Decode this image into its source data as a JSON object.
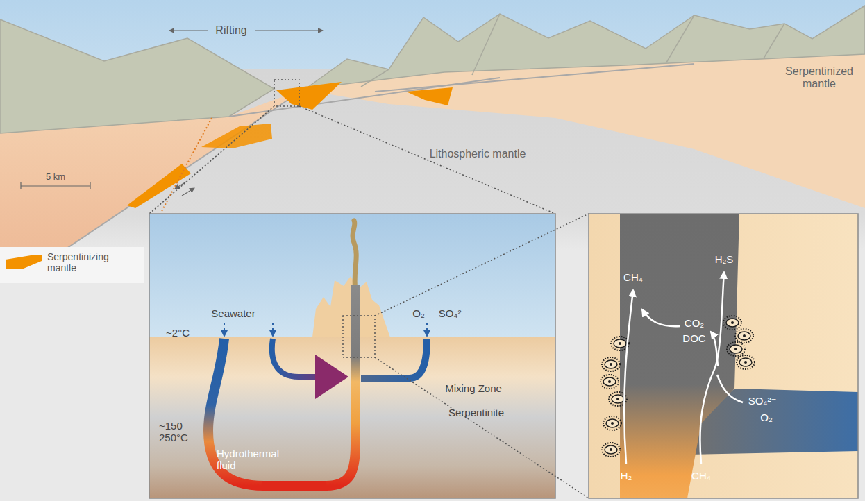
{
  "diagram": {
    "labels": [
      "Rifting",
      "5 km",
      "Serpentinized mantle",
      "Lithospheric mantle",
      "Seawater",
      "O₂",
      "SO₄²⁻",
      "~2°C",
      "Mixing Zone",
      "Serpentinite",
      "~150–250°C",
      "Hydrothermal fluid",
      "CH₄",
      "H₂S",
      "CO₂",
      "DOC",
      "SO₄²⁻",
      "O₂",
      "CH₄",
      "H₂"
    ],
    "legend": [
      {
        "text": "Serpentinizing mantle",
        "color": "#f39200"
      }
    ]
  }
}
